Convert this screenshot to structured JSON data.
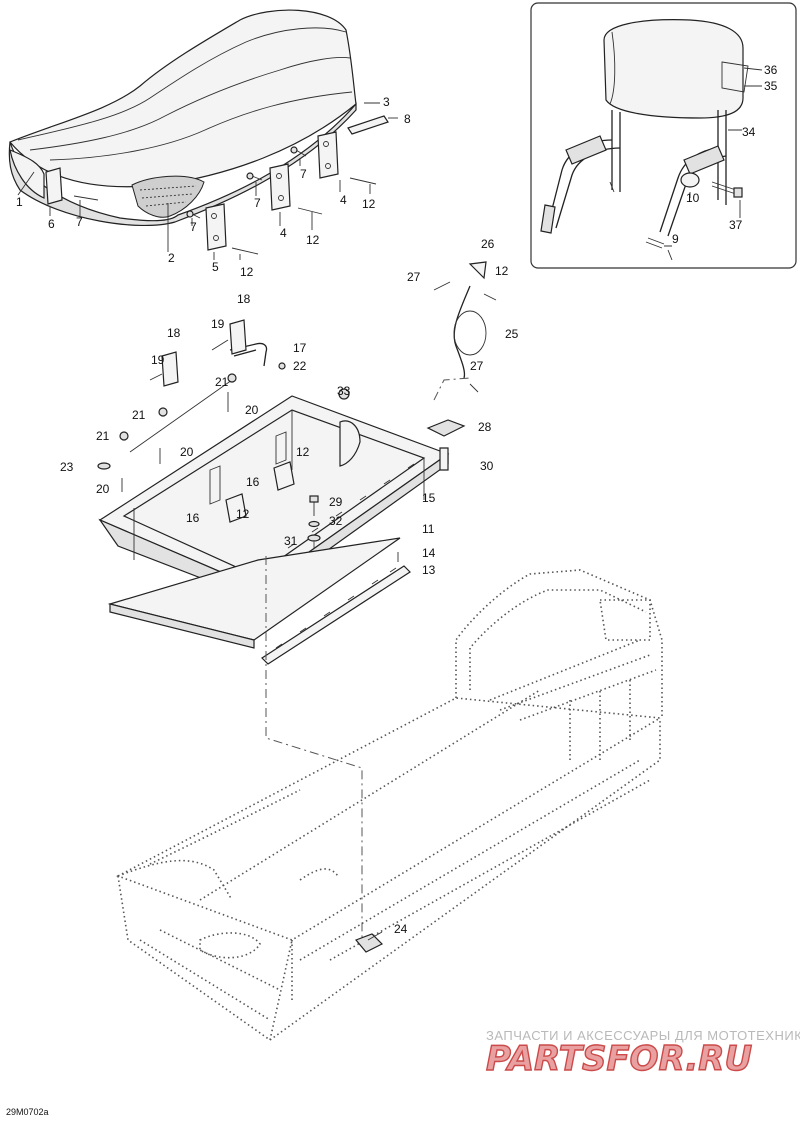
{
  "diagram": {
    "drawing_code": "29M0702a",
    "callouts": [
      "1",
      "2",
      "3",
      "4",
      "5",
      "6",
      "7",
      "8",
      "9",
      "10",
      "11",
      "12",
      "13",
      "14",
      "15",
      "16",
      "17",
      "18",
      "19",
      "20",
      "21",
      "22",
      "23",
      "24",
      "25",
      "26",
      "27",
      "28",
      "29",
      "30",
      "31",
      "32",
      "33",
      "34",
      "35",
      "36",
      "37"
    ]
  },
  "watermark": {
    "subtitle": "ЗАПЧАСТИ И АКСЕССУАРЫ ДЛЯ МОТОТЕХНИКИ",
    "logo": "PARTSFOR.RU"
  }
}
